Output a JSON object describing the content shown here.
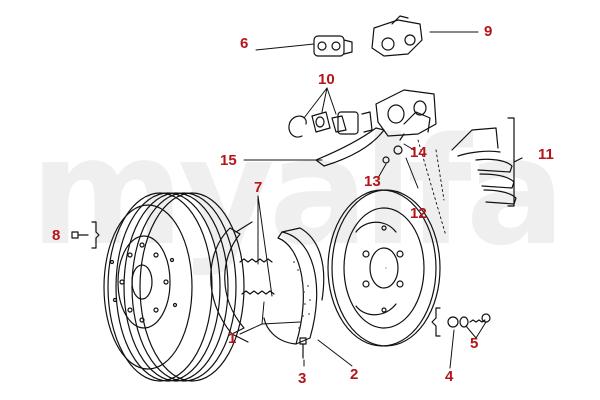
{
  "watermark": "myalfa",
  "colors": {
    "label": "#b3151b",
    "line": "#111111",
    "watermark": "#efefef"
  },
  "callouts": [
    {
      "id": "1",
      "label": "1"
    },
    {
      "id": "2",
      "label": "2"
    },
    {
      "id": "3",
      "label": "3"
    },
    {
      "id": "4",
      "label": "4"
    },
    {
      "id": "5",
      "label": "5"
    },
    {
      "id": "6",
      "label": "6"
    },
    {
      "id": "7",
      "label": "7"
    },
    {
      "id": "8",
      "label": "8"
    },
    {
      "id": "9",
      "label": "9"
    },
    {
      "id": "10",
      "label": "10"
    },
    {
      "id": "11",
      "label": "11"
    },
    {
      "id": "12",
      "label": "12"
    },
    {
      "id": "13",
      "label": "13"
    },
    {
      "id": "14",
      "label": "14"
    },
    {
      "id": "15",
      "label": "15"
    }
  ]
}
